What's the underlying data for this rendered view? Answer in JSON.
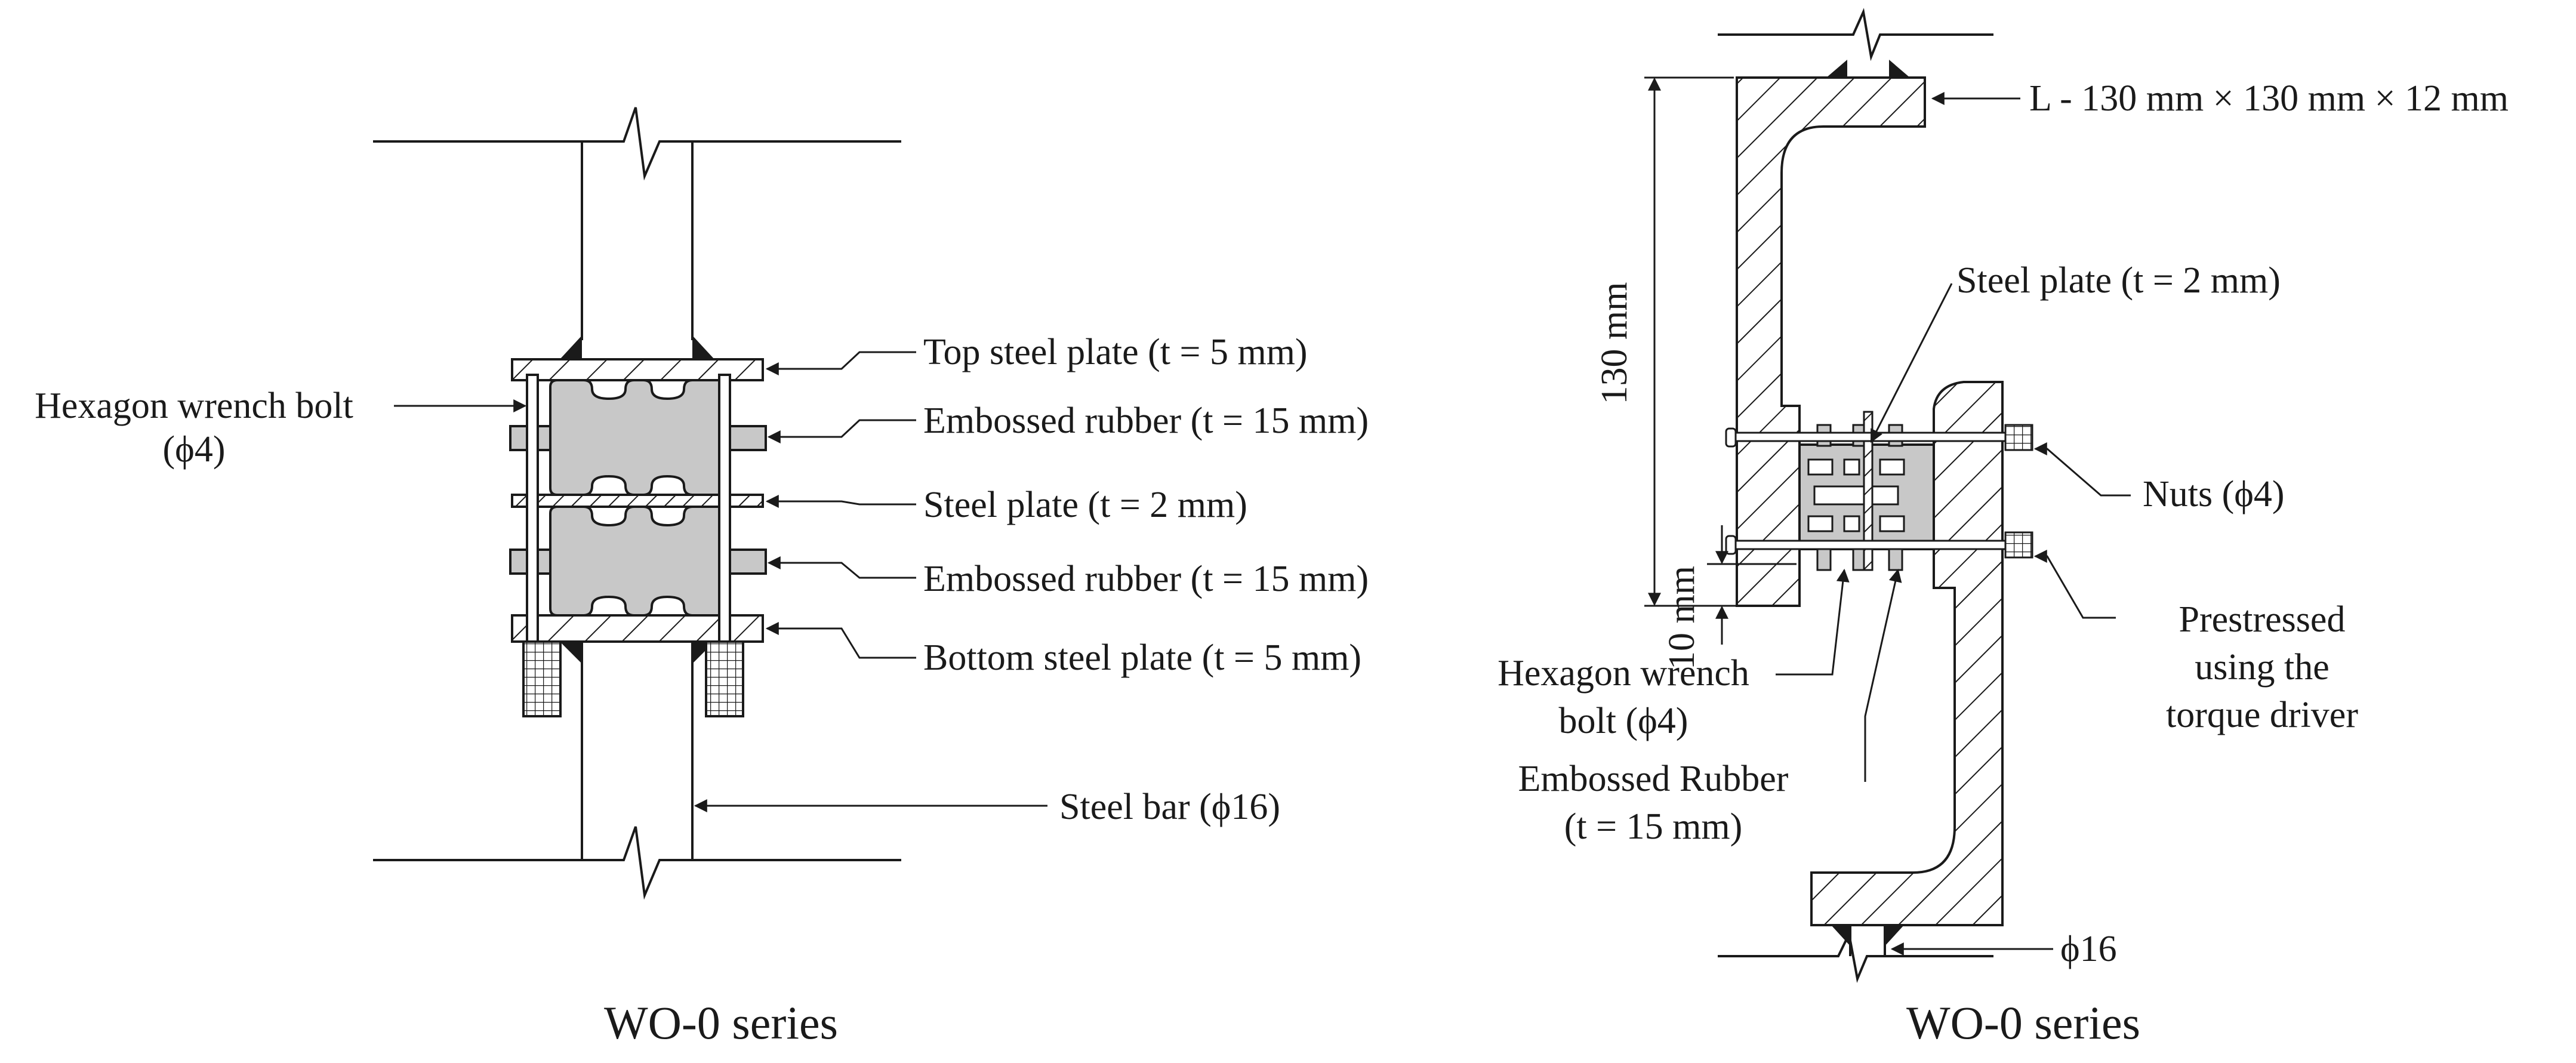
{
  "left_panel": {
    "caption": "WO-0 series",
    "labels": {
      "top_plate": "Top steel plate (t = 5 mm)",
      "rubber_upper": "Embossed rubber (t = 15 mm)",
      "mid_plate": "Steel plate (t = 2 mm)",
      "rubber_lower": "Embossed rubber (t = 15 mm)",
      "bottom_plate": "Bottom steel plate (t = 5 mm)",
      "bolt_line1": "Hexagon wrench bolt",
      "bolt_line2": "(ϕ4)",
      "steel_bar": "Steel bar (ϕ16)"
    }
  },
  "right_panel": {
    "caption": "WO-0 series",
    "labels": {
      "angle": "L - 130 mm × 130 mm × 12 mm",
      "plate": "Steel plate (t = 2 mm)",
      "nuts": "Nuts (ϕ4)",
      "prestress_1": "Prestressed",
      "prestress_2": "using the",
      "prestress_3": "torque driver",
      "bolt_1": "Hexagon wrench",
      "bolt_2": "bolt (ϕ4)",
      "rubber_1": "Embossed Rubber",
      "rubber_2": "(t = 15 mm)",
      "bar": "ϕ16",
      "dim_130": "130 mm",
      "dim_10": "10 mm"
    }
  },
  "colors": {
    "line": "#1a1a1a",
    "rubber_fill": "#c8c8c8",
    "weld_fill": "#1a1a1a"
  }
}
